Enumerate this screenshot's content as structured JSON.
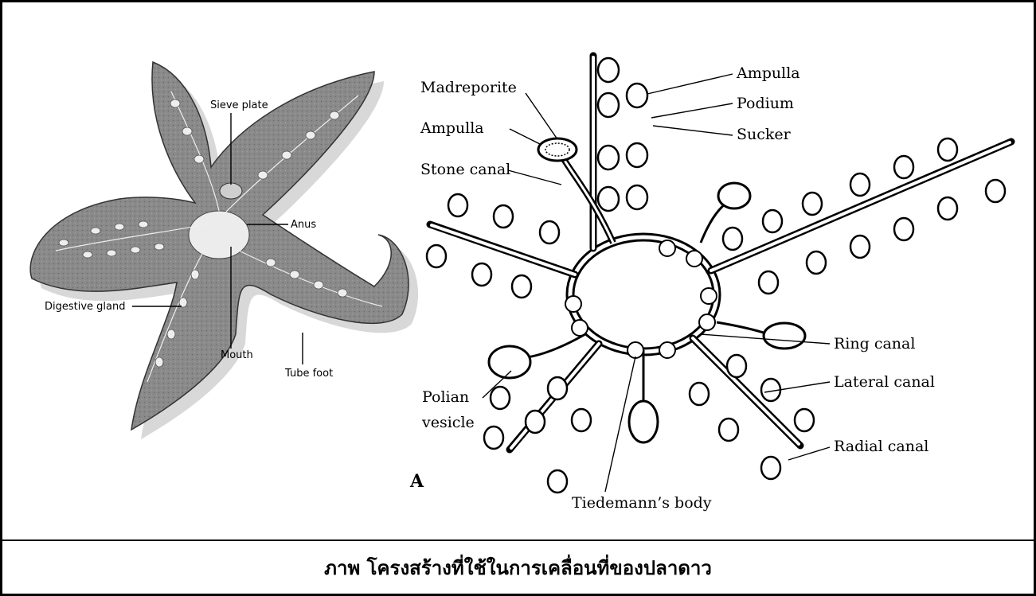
{
  "caption": "ภาพ โครงสร้างที่ใช้ในการเคลื่อนที่ของปลาดาว",
  "left_figure": {
    "labels": {
      "sieve_plate": "Sieve plate",
      "anus": "Anus",
      "digestive_gland": "Digestive gland",
      "mouth": "Mouth",
      "tube_foot": "Tube foot"
    }
  },
  "right_figure": {
    "panel_letter": "A",
    "labels": {
      "madreporite": "Madreporite",
      "ampulla_left": "Ampulla",
      "stone_canal": "Stone canal",
      "ampulla_top": "Ampulla",
      "podium": "Podium",
      "sucker": "Sucker",
      "ring_canal": "Ring canal",
      "lateral_canal": "Lateral canal",
      "radial_canal": "Radial canal",
      "polian_line1": "Polian",
      "polian_line2": "vesicle",
      "tiedemann": "Tiedemann’s body"
    }
  }
}
